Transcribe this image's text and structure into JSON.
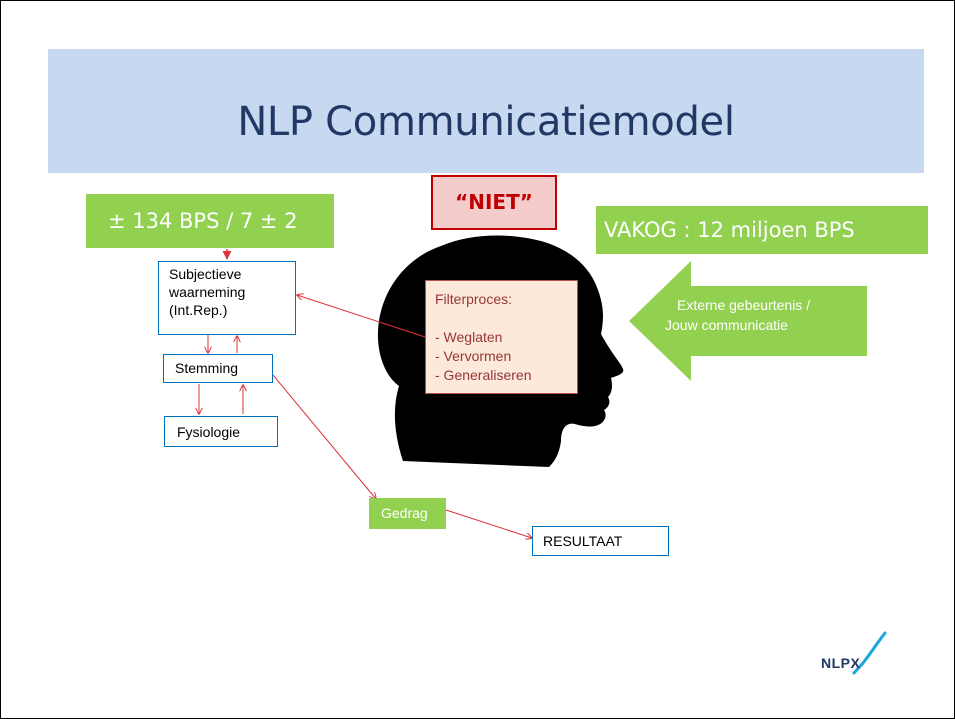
{
  "slide": {
    "title": "NLP Communicatiemodel",
    "bps_left": "± 134 BPS / 7 ± 2",
    "bps_right": "VAKOG : 12 miljoen BPS",
    "niet": "“NIET”",
    "subjectieve": [
      "Subjectieve",
      "waarneming",
      "(Int.Rep.)"
    ],
    "stemming": "Stemming",
    "fysiologie": "Fysiologie",
    "filter": {
      "heading": "Filterproces:",
      "items": [
        "- Weglaten",
        "- Vervormen",
        "- Generaliseren"
      ]
    },
    "extern": [
      "Externe gebeurtenis /",
      "Jouw communicatie"
    ],
    "gedrag": "Gedrag",
    "resultaat": "RESULTAAT",
    "logo": "NLPX"
  },
  "colors": {
    "title_bg": "#c6d9f1",
    "title_text": "#1f3864",
    "green": "#92d050",
    "red": "#c00000",
    "box_border": "#0070c0",
    "filter_text": "#953735",
    "filter_bg": "#fde9d9"
  }
}
